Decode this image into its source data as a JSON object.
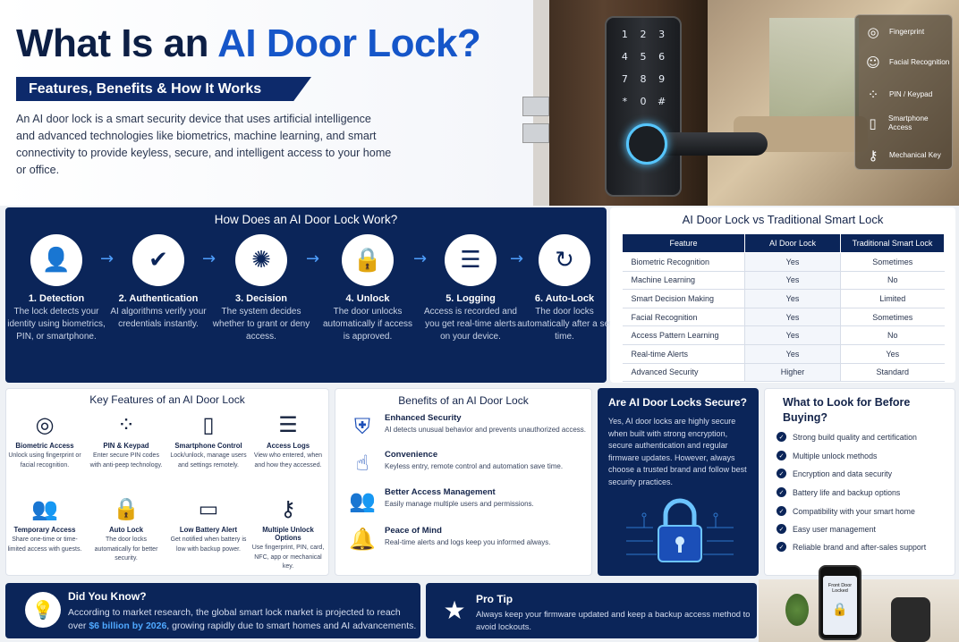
{
  "header": {
    "title_plain": "What Is an ",
    "title_accent": "AI Door Lock?",
    "subtitle": "Features, Benefits & How It Works",
    "intro": "An AI door lock is a smart security device that uses artificial intelligence and advanced technologies like biometrics, machine learning, and smart connectivity to provide keyless, secure, and intelligent access to your home or office."
  },
  "hero_legend": [
    {
      "icon": "fingerprint-icon",
      "label": "Fingerprint"
    },
    {
      "icon": "face-icon",
      "label": "Facial Recognition"
    },
    {
      "icon": "keypad-icon",
      "label": "PIN / Keypad"
    },
    {
      "icon": "smartphone-icon",
      "label": "Smartphone Access"
    },
    {
      "icon": "key-icon",
      "label": "Mechanical Key"
    }
  ],
  "keypad": [
    "1",
    "2",
    "3",
    "4",
    "5",
    "6",
    "7",
    "8",
    "9",
    "*",
    "0",
    "#"
  ],
  "how": {
    "title": "How Does an AI Door Lock Work?",
    "steps": [
      {
        "icon": "face-scan-icon",
        "title": "1. Detection",
        "desc": "The lock detects your identity using biometrics, PIN, or smartphone."
      },
      {
        "icon": "shield-check-icon",
        "title": "2. Authentication",
        "desc": "AI algorithms verify your credentials instantly."
      },
      {
        "icon": "brain-icon",
        "title": "3. Decision",
        "desc": "The system decides whether to grant or deny access."
      },
      {
        "icon": "padlock-icon",
        "title": "4. Unlock",
        "desc": "The door unlocks automatically if access is approved."
      },
      {
        "icon": "clipboard-icon",
        "title": "5. Logging",
        "desc": "Access is recorded and you get real-time alerts on your device."
      },
      {
        "icon": "auto-lock-icon",
        "title": "6. Auto-Lock",
        "desc": "The door locks automatically after a set time."
      }
    ]
  },
  "comparison": {
    "title": "AI Door Lock vs Traditional Smart Lock",
    "headers": [
      "Feature",
      "AI Door Lock",
      "Traditional Smart Lock"
    ],
    "rows": [
      [
        "Biometric Recognition",
        "Yes",
        "Sometimes"
      ],
      [
        "Machine Learning",
        "Yes",
        "No"
      ],
      [
        "Smart Decision Making",
        "Yes",
        "Limited"
      ],
      [
        "Facial Recognition",
        "Yes",
        "Sometimes"
      ],
      [
        "Access Pattern Learning",
        "Yes",
        "No"
      ],
      [
        "Real-time Alerts",
        "Yes",
        "Yes"
      ],
      [
        "Advanced Security",
        "Higher",
        "Standard"
      ]
    ]
  },
  "features": {
    "title": "Key Features of an AI Door Lock",
    "items": [
      {
        "icon": "fingerprint-icon",
        "title": "Biometric Access",
        "desc": "Unlock using fingerprint or facial recognition."
      },
      {
        "icon": "keypad-icon",
        "title": "PIN & Keypad",
        "desc": "Enter secure PIN codes with anti-peep technology."
      },
      {
        "icon": "smartphone-icon",
        "title": "Smartphone Control",
        "desc": "Lock/unlock, manage users and settings remotely."
      },
      {
        "icon": "list-icon",
        "title": "Access Logs",
        "desc": "View who entered, when and how they accessed."
      },
      {
        "icon": "users-icon",
        "title": "Temporary Access",
        "desc": "Share one-time or time-limited access with guests."
      },
      {
        "icon": "padlock-icon",
        "title": "Auto Lock",
        "desc": "The door locks automatically for better security."
      },
      {
        "icon": "battery-icon",
        "title": "Low Battery Alert",
        "desc": "Get notified when battery is low with backup power."
      },
      {
        "icon": "key-icon",
        "title": "Multiple Unlock Options",
        "desc": "Use fingerprint, PIN, card, NFC, app or mechanical key."
      }
    ]
  },
  "benefits": {
    "title": "Benefits of an AI Door Lock",
    "items": [
      {
        "icon": "shield-check-icon",
        "title": "Enhanced Security",
        "desc": "AI detects unusual behavior and prevents unauthorized access."
      },
      {
        "icon": "touch-icon",
        "title": "Convenience",
        "desc": "Keyless entry, remote control and automation save time."
      },
      {
        "icon": "users-icon",
        "title": "Better Access Management",
        "desc": "Easily manage multiple users and permissions."
      },
      {
        "icon": "bell-icon",
        "title": "Peace of Mind",
        "desc": "Real-time alerts and logs keep you informed always."
      }
    ]
  },
  "secure": {
    "title": "Are AI Door Locks Secure?",
    "text": "Yes, AI door locks are highly secure when built with strong encryption, secure authentication and regular firmware updates. However, always choose a trusted brand and follow best security practices."
  },
  "buying": {
    "title": "What to Look for Before Buying?",
    "items": [
      "Strong build quality and certification",
      "Multiple unlock methods",
      "Encryption and data security",
      "Battery life and backup options",
      "Compatibility with your smart home",
      "Easy user management",
      "Reliable brand and after-sales support"
    ]
  },
  "did_you_know": {
    "title": "Did You Know?",
    "text_before": "According to market research, the global smart lock market is projected to reach over ",
    "highlight": "$6 billion by 2026",
    "text_after": ", growing rapidly due to smart homes and AI advancements."
  },
  "pro_tip": {
    "title": "Pro Tip",
    "text": "Always keep your firmware updated and keep a backup access method to avoid lockouts."
  },
  "phone_screen": "Front Door Locked",
  "colors": {
    "navy": "#0b2559",
    "accent": "#1656c9",
    "glow": "#56c6ff"
  }
}
